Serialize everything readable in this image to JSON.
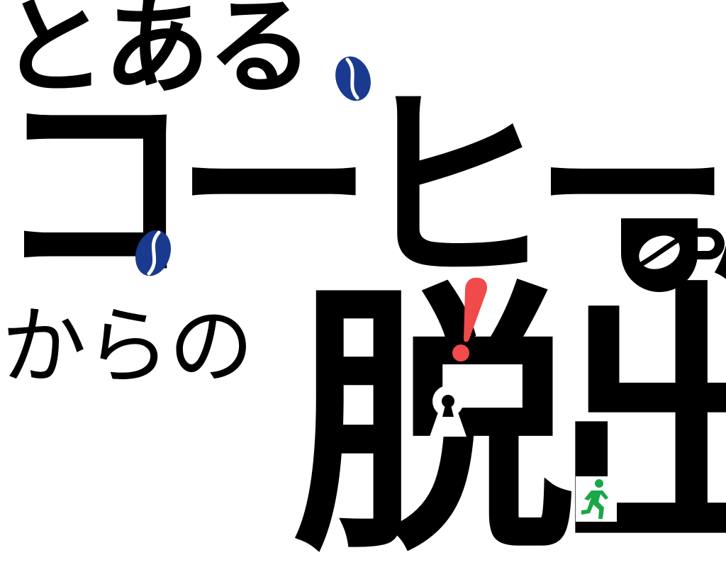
{
  "title": {
    "line1": "とある",
    "line2": "コーヒー店",
    "line3": "からの",
    "line4": "脱出"
  },
  "decorations": {
    "bean_icon_color": "#1a3a8f",
    "exclamation_color": "#f04a4a",
    "exit_sign_color": "#18a848",
    "text_color": "#000000",
    "background": "#ffffff"
  }
}
